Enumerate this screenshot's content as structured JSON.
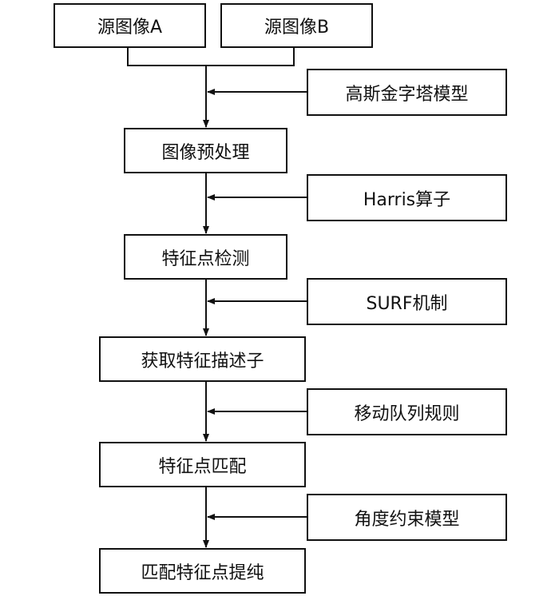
{
  "sources": {
    "a": "源图像A",
    "b": "源图像B"
  },
  "steps": [
    "图像预处理",
    "特征点检测",
    "获取特征描述子",
    "特征点匹配",
    "匹配特征点提纯"
  ],
  "methods": [
    "高斯金字塔模型",
    "Harris算子",
    "SURF机制",
    "移动队列规则",
    "角度约束模型"
  ]
}
